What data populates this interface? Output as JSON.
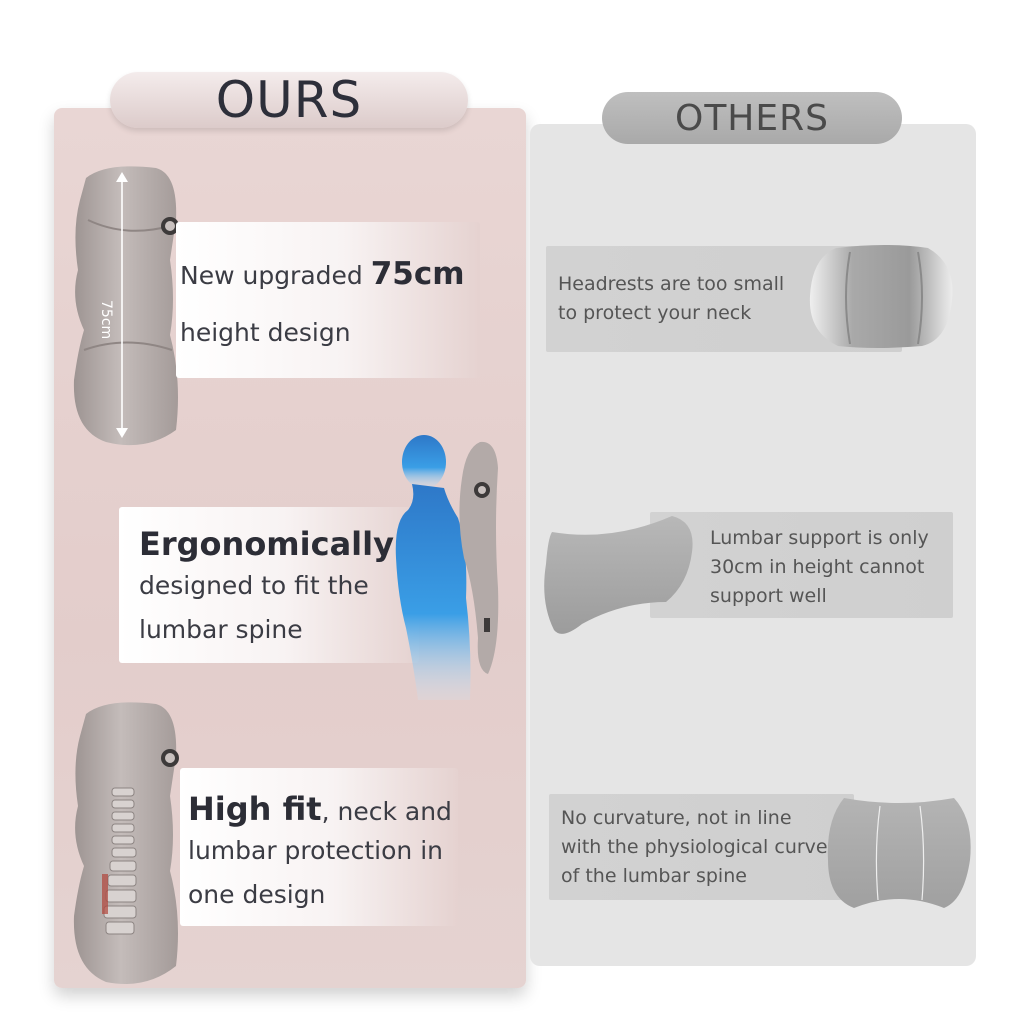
{
  "ours": {
    "heading": "OURS",
    "feature1": {
      "line1_prefix": "New upgraded ",
      "line1_bold": "75cm",
      "line2": "height design",
      "dimension_label": "75cm"
    },
    "feature2": {
      "line1_bold": "Ergonomically",
      "line2": "designed to fit the",
      "line3": "lumbar spine"
    },
    "feature3": {
      "line1_bold": "High fit",
      "line1_suffix": ", neck and",
      "line2": "lumbar protection in",
      "line3": "one design"
    }
  },
  "others": {
    "heading": "OTHERS",
    "item1": {
      "line1": "Headrests are too small",
      "line2": "to protect your neck"
    },
    "item2": {
      "line1": "Lumbar support is only",
      "line2": "30cm in height cannot",
      "line3": "support well"
    },
    "item3": {
      "line1": "No curvature, not in line",
      "line2": "with the physiological curve",
      "line3": "of the lumbar spine"
    }
  },
  "colors": {
    "ours_panel": "#e9d6d4",
    "others_panel": "#e5e5e5",
    "cushion_ours": "#b3aaa8",
    "cushion_others": "#a8a8a8",
    "human_model": "#2f8fd8"
  },
  "icons": [
    "cushion-product-image",
    "headrest-product-image",
    "lumbar-pillow-image",
    "human-body-image",
    "spine-image",
    "dimension-arrow-icon"
  ]
}
